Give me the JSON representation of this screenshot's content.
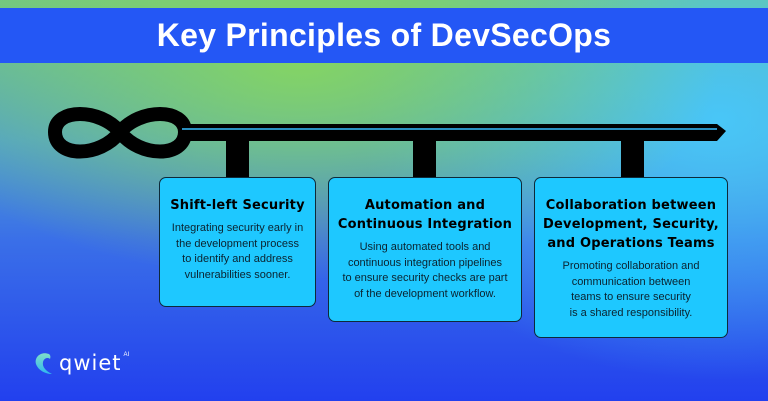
{
  "title": "Key Principles of DevSecOps",
  "colors": {
    "title_bar": "#2457f5",
    "card_fill": "#1ec8ff",
    "key": "#000000",
    "bg_top_green": "#86d660",
    "bg_right_cyan": "#48c8fa",
    "bg_bottom_blue": "#2240ee"
  },
  "diagram": {
    "metaphor": "key with infinity-symbol bow and three teeth, each leading to a principle card",
    "icons": [
      "infinity-icon",
      "key-shaft"
    ]
  },
  "cards": [
    {
      "heading": "Shift-left Security",
      "body_lines": [
        "Integrating security early in",
        "the development process",
        "to identify and address",
        "vulnerabilities sooner."
      ]
    },
    {
      "heading_lines": [
        "Automation and",
        "Continuous Integration"
      ],
      "body_lines": [
        "Using automated tools and",
        "continuous integration pipelines",
        "to ensure security checks are part",
        "of the development workflow."
      ]
    },
    {
      "heading_lines": [
        "Collaboration between",
        "Development, Security,",
        "and Operations Teams"
      ],
      "body_lines": [
        "Promoting collaboration and",
        "communication between",
        "teams to ensure security",
        "is a shared responsibility."
      ]
    }
  ],
  "logo": {
    "word": "qwiet",
    "suffix": "AI"
  }
}
